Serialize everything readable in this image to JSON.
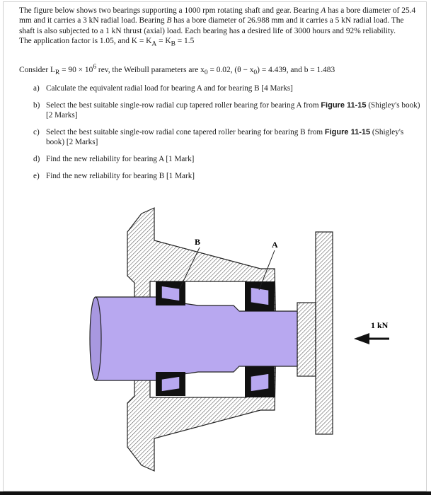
{
  "intro": {
    "line1": "The figure below shows two bearings supporting a 1000 rpm rotating shaft and gear. Bearing ",
    "A": "A",
    "line1b": " has a bore diameter of 25.4 mm and it carries a 3 kN radial load. Bearing ",
    "B": "B",
    "line1c": " has a bore diameter of 26.988 mm and it carries a 5 kN radial load. The shaft is also subjected to a 1 kN thrust (axial) load. Each bearing has a desired life of 3000 hours and 92% reliability.",
    "line2": "The application factor is 1.05, and K = K",
    "line2_subA": "A",
    "line2_mid": " = K",
    "line2_subB": "B",
    "line2_end": " = 1.5"
  },
  "consider": {
    "prefix": "Consider L",
    "sub": "R",
    "eq1": " = 90 × 10",
    "sup": "6",
    "eq2": " rev, the Weibull parameters are x",
    "sub0": "0",
    "eq3": " = 0.02, (θ − x",
    "sub0b": "0",
    "eq4": ") = 4.439, and b = 1.483"
  },
  "questions": [
    {
      "letter": "a)",
      "text": "Calculate the equivalent radial load for bearing A and for bearing B [4 Marks]"
    },
    {
      "letter": "b)",
      "text1": "Select the best suitable single-row radial cup tapered roller bearing for bearing A from ",
      "bold": "Figure 11-15",
      "text2": " (Shigley's book) [2 Marks]"
    },
    {
      "letter": "c)",
      "text1": "Select the best suitable single-row radial cone tapered roller bearing for bearing B from ",
      "bold": "Figure 11-15",
      "text2": " (Shigley's book) [2 Marks]"
    },
    {
      "letter": "d)",
      "text": "Find the new reliability for bearing A [1 Mark]"
    },
    {
      "letter": "e)",
      "text": "Find the new reliability for bearing B [1 Mark]"
    }
  ],
  "diagram": {
    "label_b": "B",
    "label_a": "A",
    "load_label": "1 kN",
    "colors": {
      "shaft": "#b8a8f0",
      "bearing": "#111111",
      "housing": "#ffffff",
      "hatch": "#444444"
    }
  }
}
